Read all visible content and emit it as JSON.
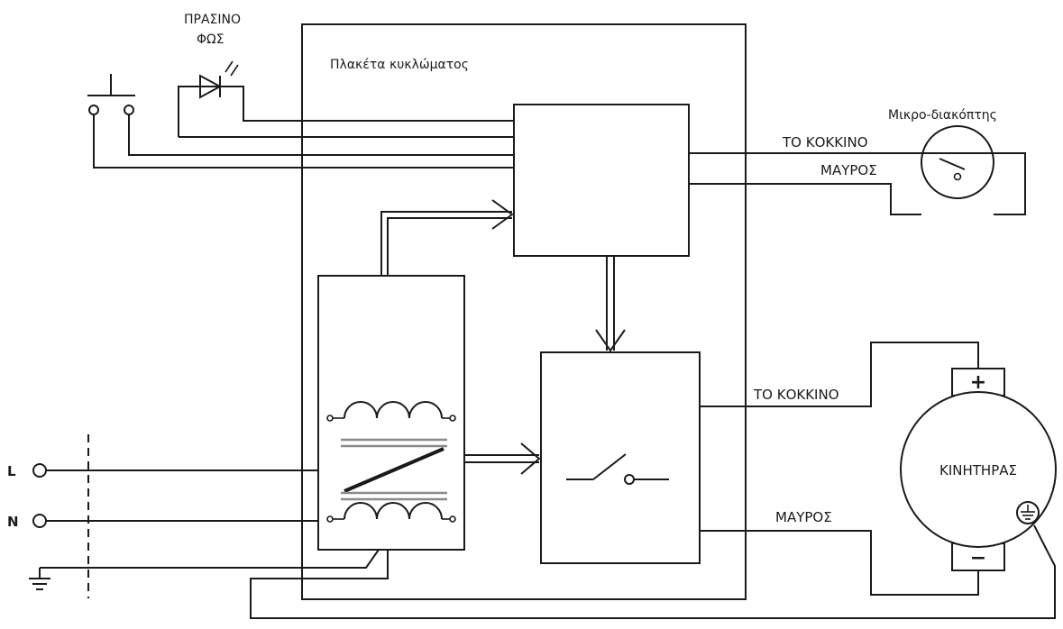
{
  "labels": {
    "green_light": [
      "ΠΡΑΣΙΝΟ",
      "ΦΩΣ"
    ],
    "circuit_board": "Πλακέτα κυκλώματος",
    "micro_switch": "Μικρο-διακόπτης",
    "red_top": "ΤΟ ΚΟΚΚΙΝΟ",
    "black_top": "ΜΑΥΡΟΣ",
    "red_motor": "ΤΟ ΚΟΚΚΙΝΟ",
    "black_motor": "ΜΑΥΡΟΣ",
    "motor": "ΚΙΝΗΤΗΡΑΣ",
    "terminal_l": "L",
    "terminal_n": "N",
    "motor_plus": "+",
    "motor_minus": "−"
  }
}
